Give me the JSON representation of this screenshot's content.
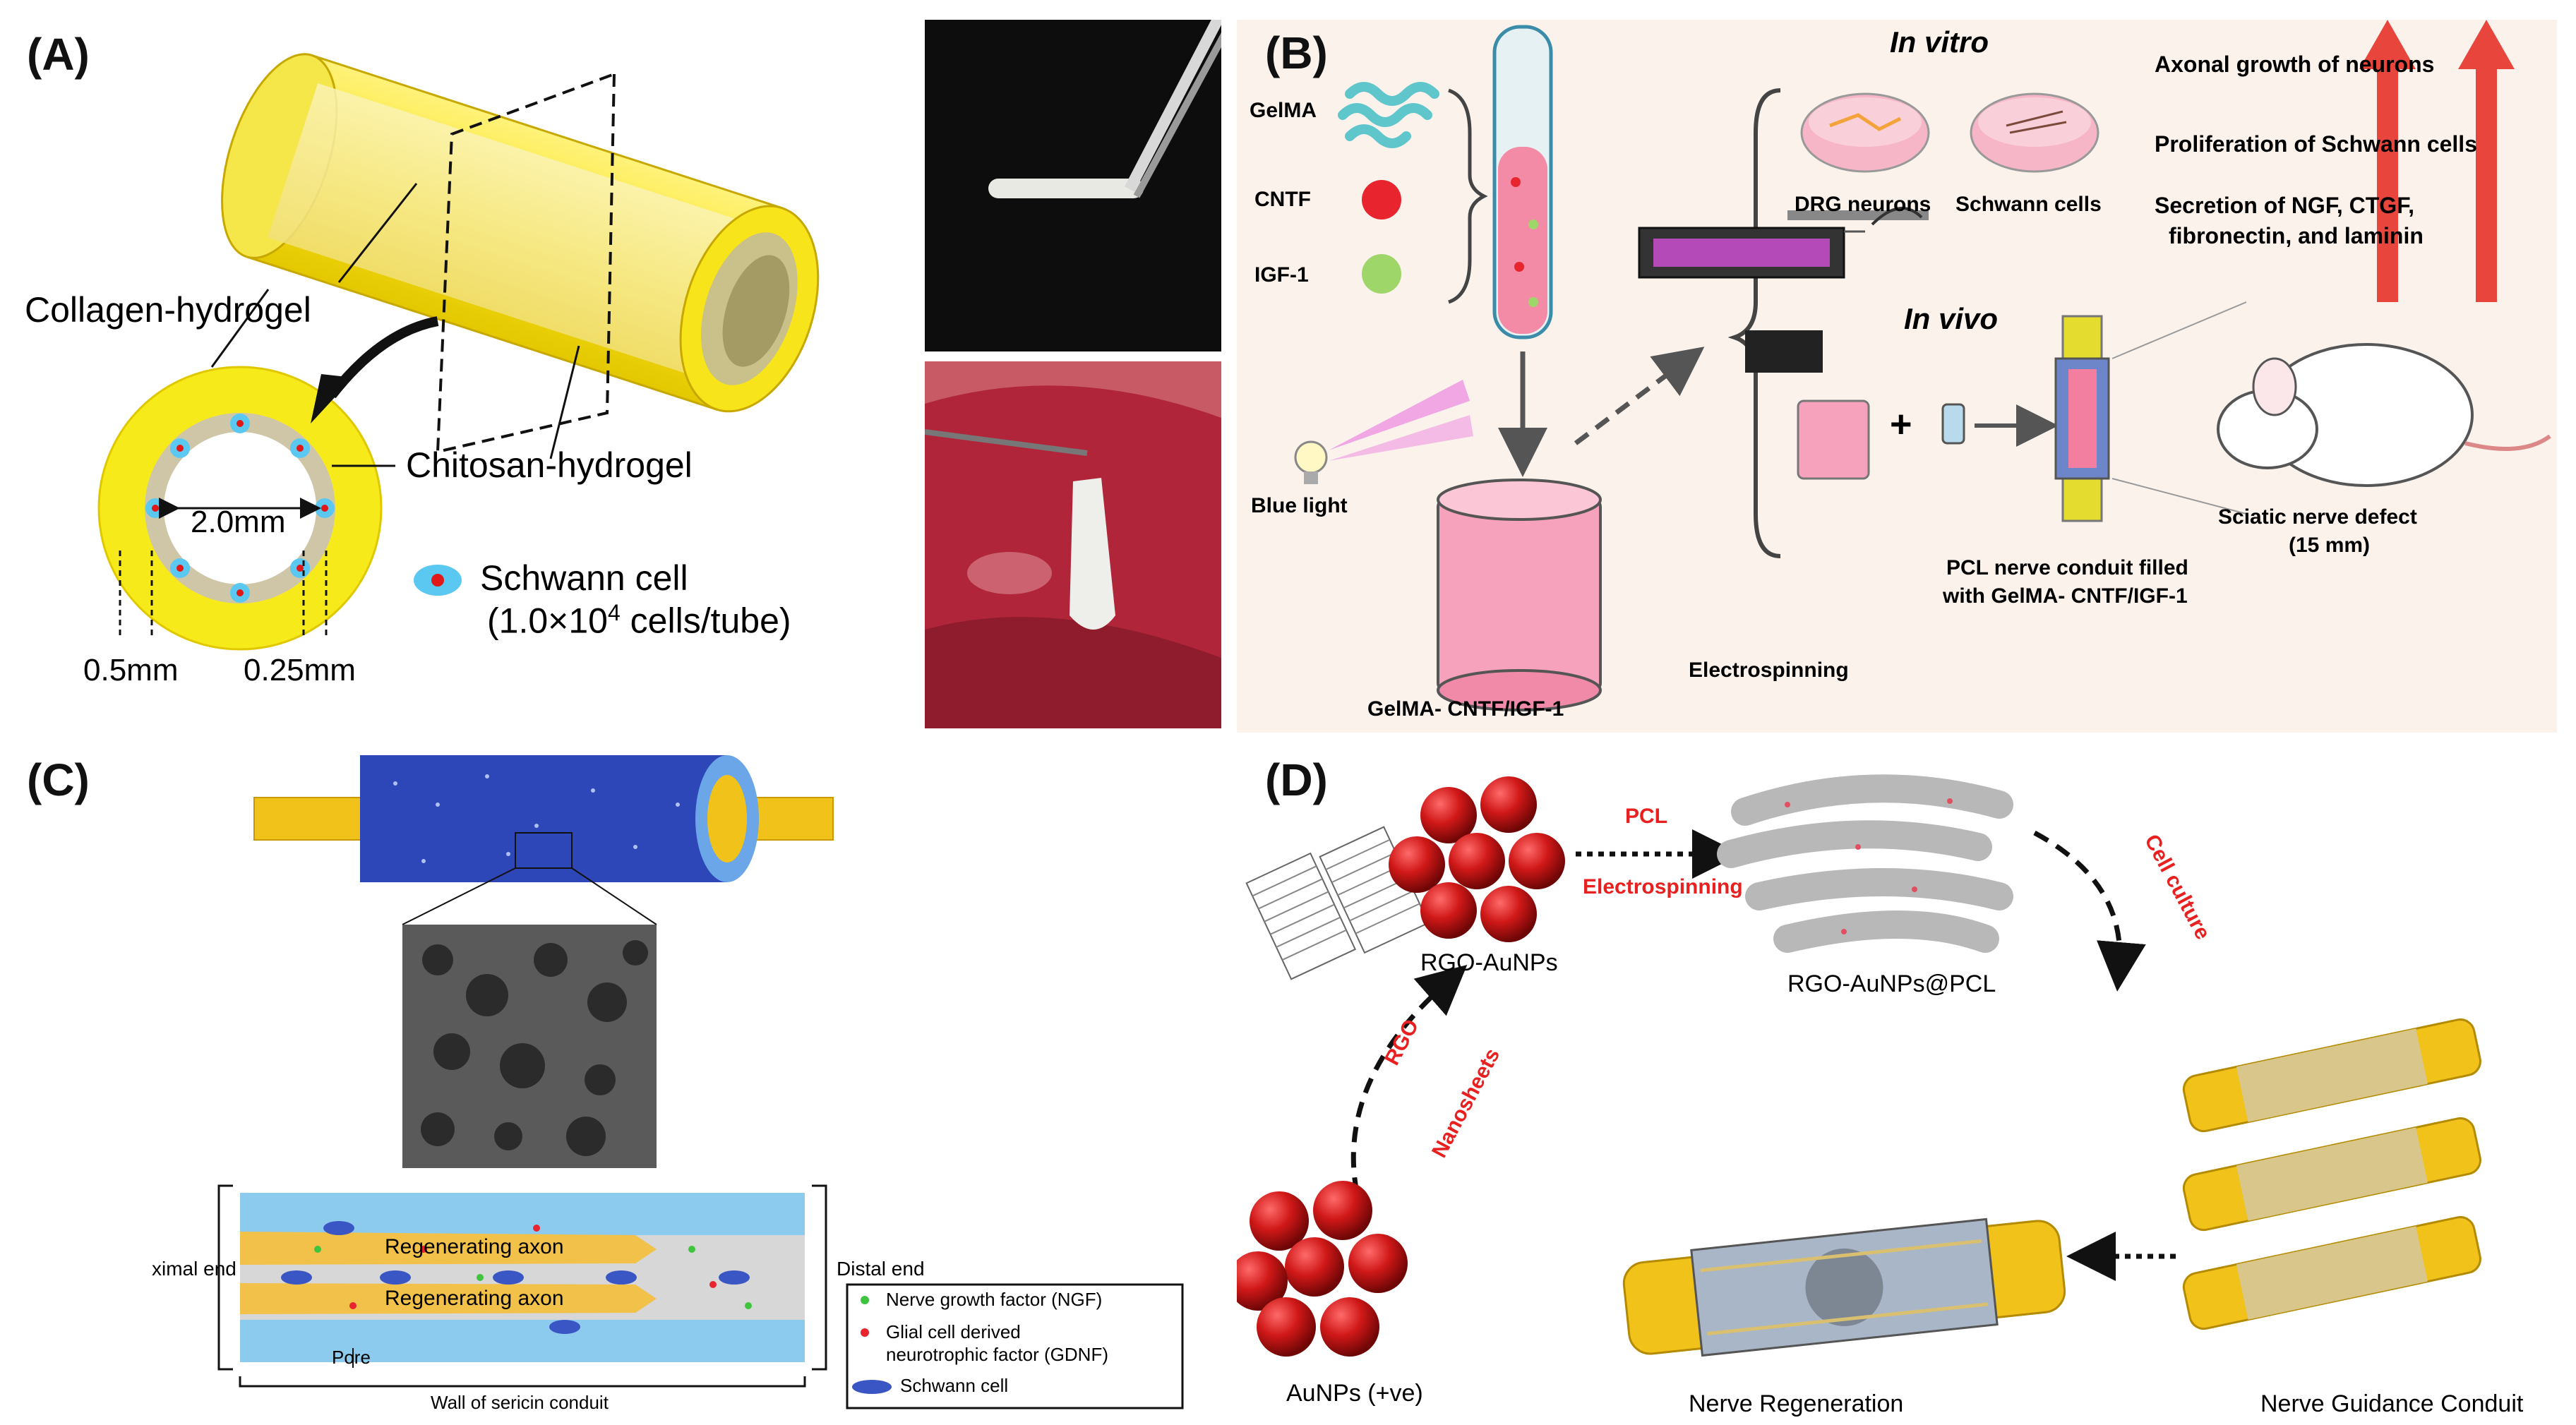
{
  "panels": {
    "a": {
      "tag": "(A)",
      "collagen_label": "Collagen-hydrogel",
      "chitosan_label": "Chitosan-hydrogel",
      "inner_diameter": "2.0mm",
      "schwann_label": "Schwann cell",
      "cell_density": "(1.0×10",
      "cell_density_exp": "4",
      "cell_density_unit": " cells/tube)",
      "outer_thickness": "0.5mm",
      "inner_thickness": "0.25mm"
    },
    "b": {
      "tag": "(B)",
      "gelma": "GelMA",
      "cntf": "CNTF",
      "igf": "IGF-1",
      "blue_light": "Blue light",
      "gelma_mix": "GelMA- CNTF/IGF-1",
      "in_vitro": "In vitro",
      "in_vivo": "In vivo",
      "drg": "DRG neurons",
      "schwann": "Schwann cells",
      "effect1": "Axonal growth of neurons",
      "effect2": "Proliferation of Schwann cells",
      "effect3a": "Secretion of NGF, CTGF,",
      "effect3b": "fibronectin, and laminin",
      "electrospinning": "Electrospinning",
      "conduit_a": "PCL nerve conduit filled",
      "conduit_b": "with GelMA- CNTF/IGF-1",
      "defect_a": "Sciatic nerve defect",
      "defect_b": "(15 mm)",
      "plus": "+"
    },
    "c": {
      "tag": "(C)",
      "proximal": "ximal end",
      "distal": "Distal end",
      "axon1": "Regenerating axon",
      "axon2": "Regenerating axon",
      "pore": "Pore",
      "wall": "Wall of sericin conduit",
      "legend_ngf": "Nerve growth factor (NGF)",
      "legend_gdnf_a": "Glial cell derived",
      "legend_gdnf_b": "neurotrophic factor (GDNF)",
      "legend_sc": "Schwann cell"
    },
    "d": {
      "tag": "(D)",
      "rgo_aunps": "RGO-AuNPs",
      "pcl": "PCL",
      "electrospinning": "Electrospinning",
      "rgo_aunps_pcl": "RGO-AuNPs@PCL",
      "rgo_a": "RGO",
      "rgo_b": "Nanosheets",
      "cell_culture": "Cell culture",
      "aunps": "AuNPs (+ve)",
      "regeneration": "Nerve Regeneration",
      "conduit": "Nerve Guidance Conduit"
    }
  },
  "colors": {
    "yellow": "#f7ea1a",
    "pink": "#f06a8c",
    "red_arrow": "#e8463c",
    "blue_conduit": "#2e47b8",
    "gold": "#f1c21a",
    "red_sphere": "#c81818"
  }
}
